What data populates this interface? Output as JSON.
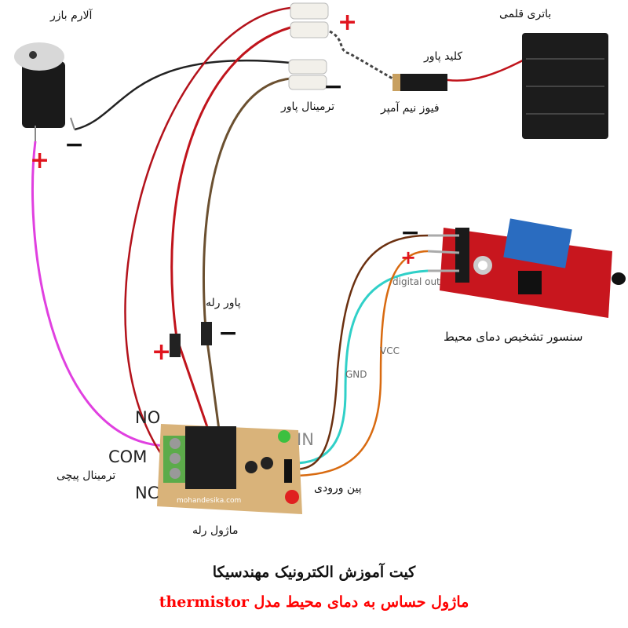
{
  "labels": {
    "buzzer": "آلارم بازر",
    "power_terminal": "ترمینال پاور",
    "power_switch": "کلید پاور",
    "fuse": "فیوز نیم آمپر",
    "battery": "باتری قلمی",
    "relay_power": "پاور رله",
    "screw_terminal": "ترمینال پیچی",
    "relay_module": "ماژول رله",
    "input_pin": "پین ورودی",
    "sensor": "سنسور تشخیص  دمای محیط",
    "no": "NO",
    "com": "COM",
    "nc": "NC",
    "in": "IN",
    "gnd": "GND",
    "vcc": "VCC",
    "digital_out": "digital out",
    "plus": "+",
    "minus": "−",
    "board_url": "mohandesika.com"
  },
  "titles": {
    "main": "کیت آموزش الکترونیک مهندسیکا",
    "subtitle": "ماژول حساس به دمای محیط مدل  thermistor"
  },
  "colors": {
    "plus_sign": "#e0141e",
    "subtitle": "#ff0000",
    "wire_red": "#b3121b",
    "wire_black": "#222222",
    "wire_magenta": "#e040e0",
    "wire_cyan": "#30d0c8",
    "wire_brown": "#6b3010",
    "wire_orange": "#d86a10",
    "relay_board": "#d9b37a",
    "sensor_board": "#c8161e"
  }
}
